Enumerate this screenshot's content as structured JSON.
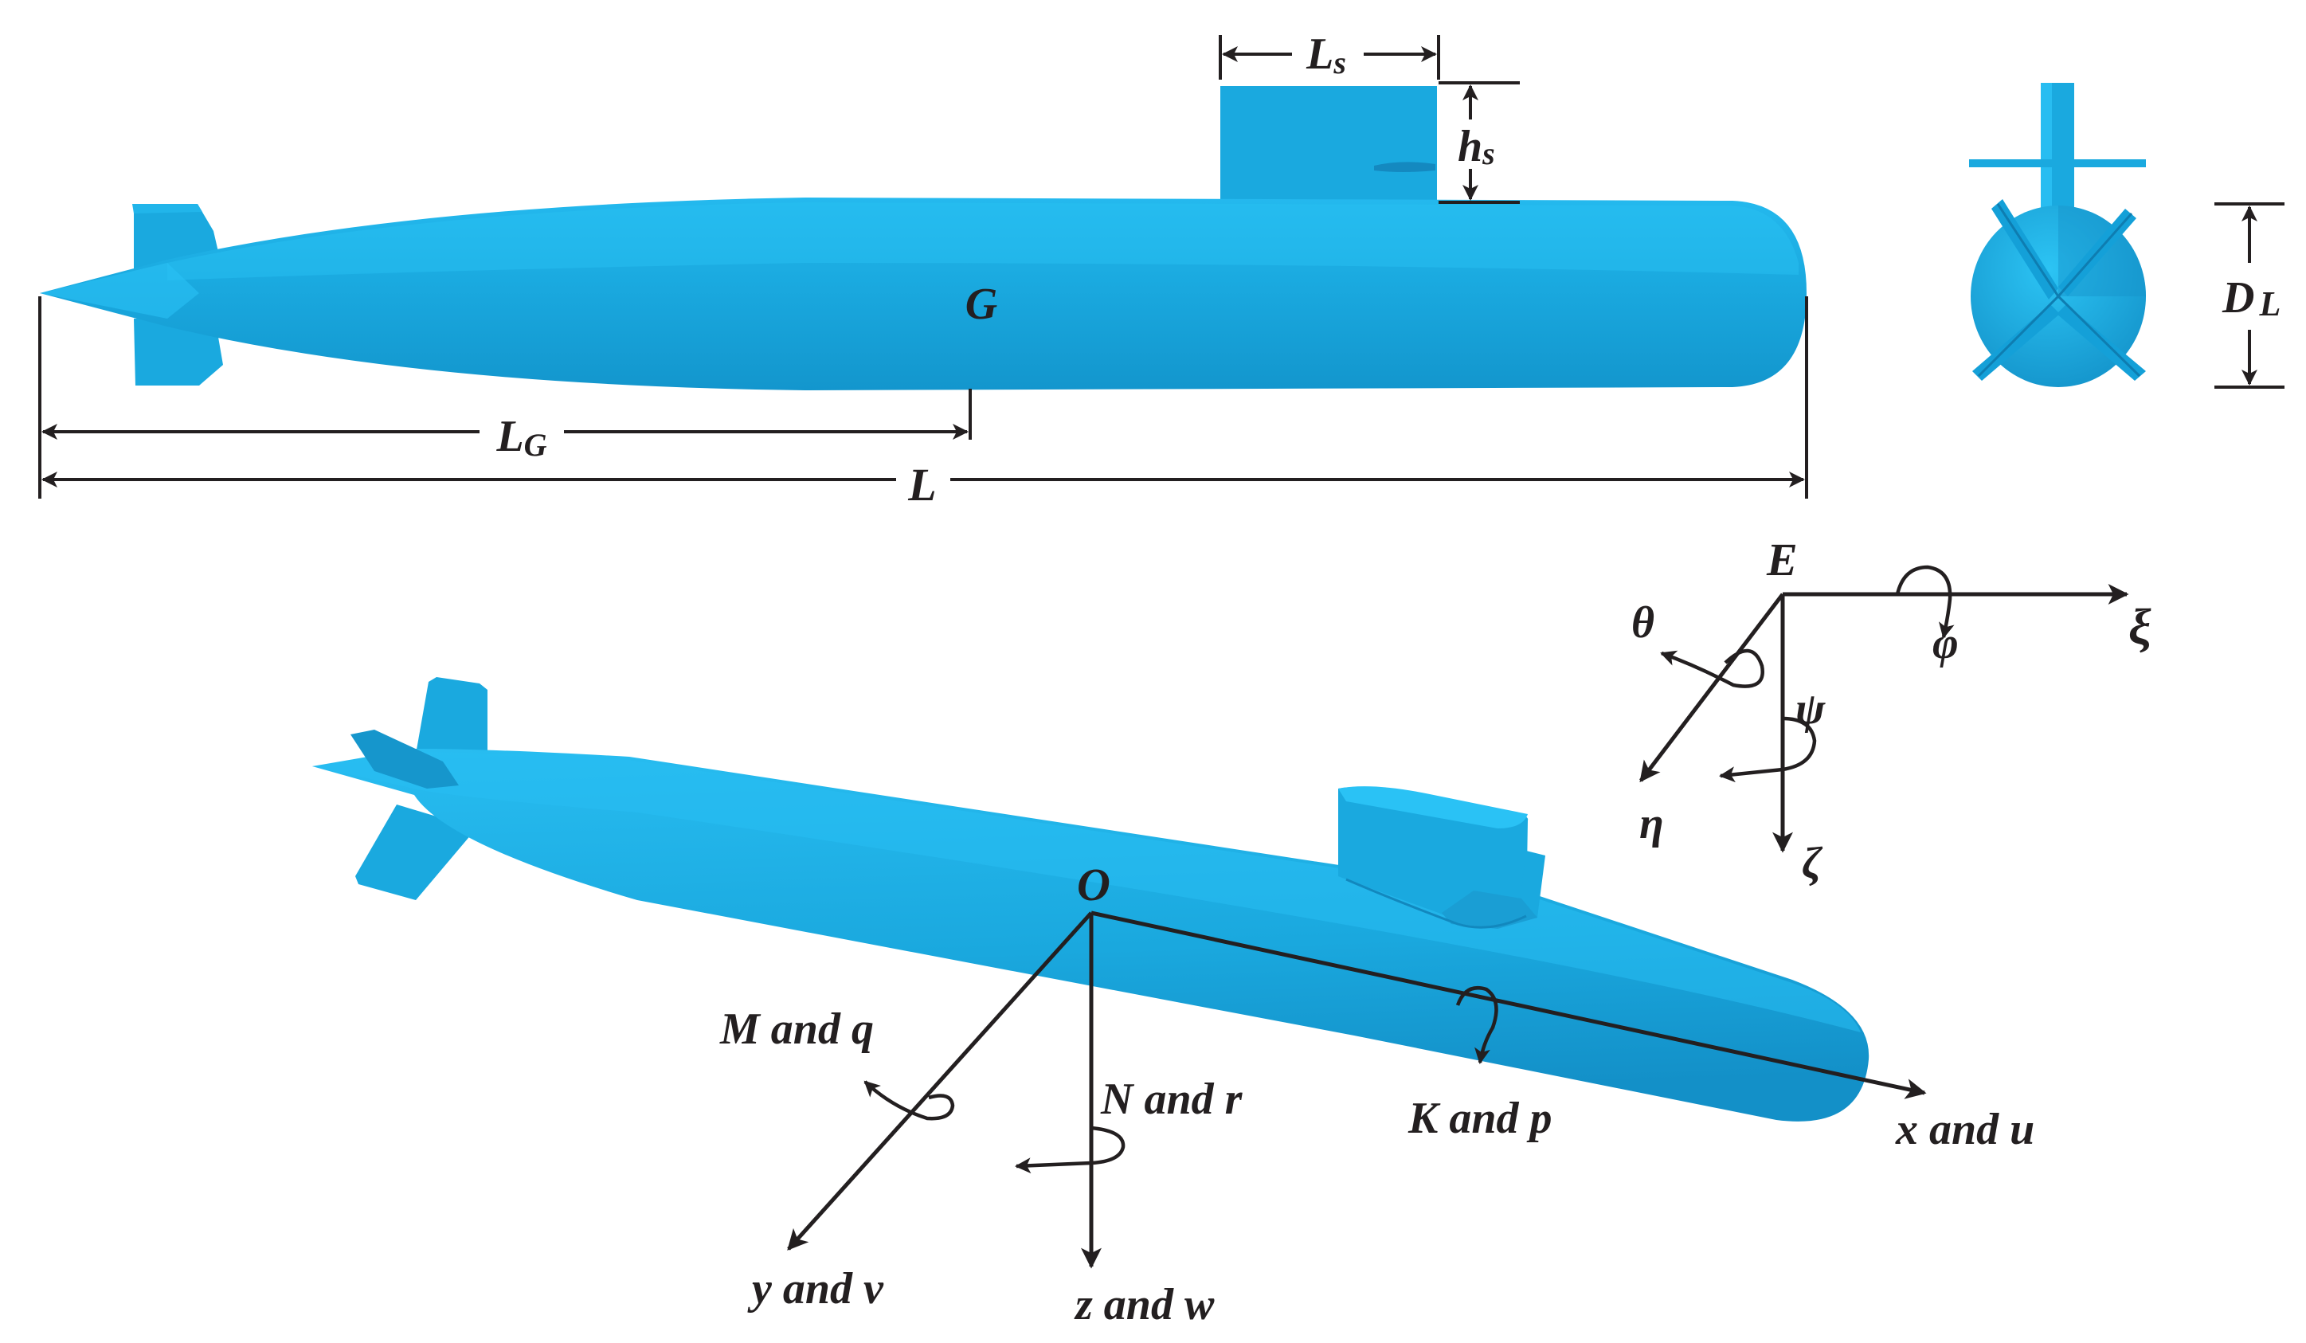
{
  "colors": {
    "hull": "#19a6db",
    "hull_light": "#2cc4f4",
    "hull_dark": "#0f7fb3",
    "ink": "#231f20",
    "background": "#ffffff"
  },
  "side_view": {
    "center_of_gravity": "G",
    "dimensions": {
      "L_main": "L",
      "L_sub": "",
      "LG_main": "L",
      "LG_sub": "G",
      "Ls_main": "L",
      "Ls_sub": "s",
      "hs_main": "h",
      "hs_sub": "s",
      "DL_main": "D",
      "DL_sub": "L"
    }
  },
  "earth_frame": {
    "origin": "E",
    "xi": "ξ",
    "eta": "η",
    "zeta": "ζ",
    "theta": "θ",
    "phi": "φ",
    "psi": "ψ"
  },
  "body_frame": {
    "origin": "O",
    "x_sym": "x",
    "x_conj": "and",
    "x_var": "u",
    "y_sym": "y",
    "y_conj": "and",
    "y_var": "v",
    "z_sym": "z",
    "z_conj": "and",
    "z_var": "w",
    "K_sym": "K",
    "K_conj": "and",
    "K_var": "p",
    "M_sym": "M",
    "M_conj": "and",
    "M_var": "q",
    "N_sym": "N",
    "N_conj": "and",
    "N_var": "r"
  }
}
